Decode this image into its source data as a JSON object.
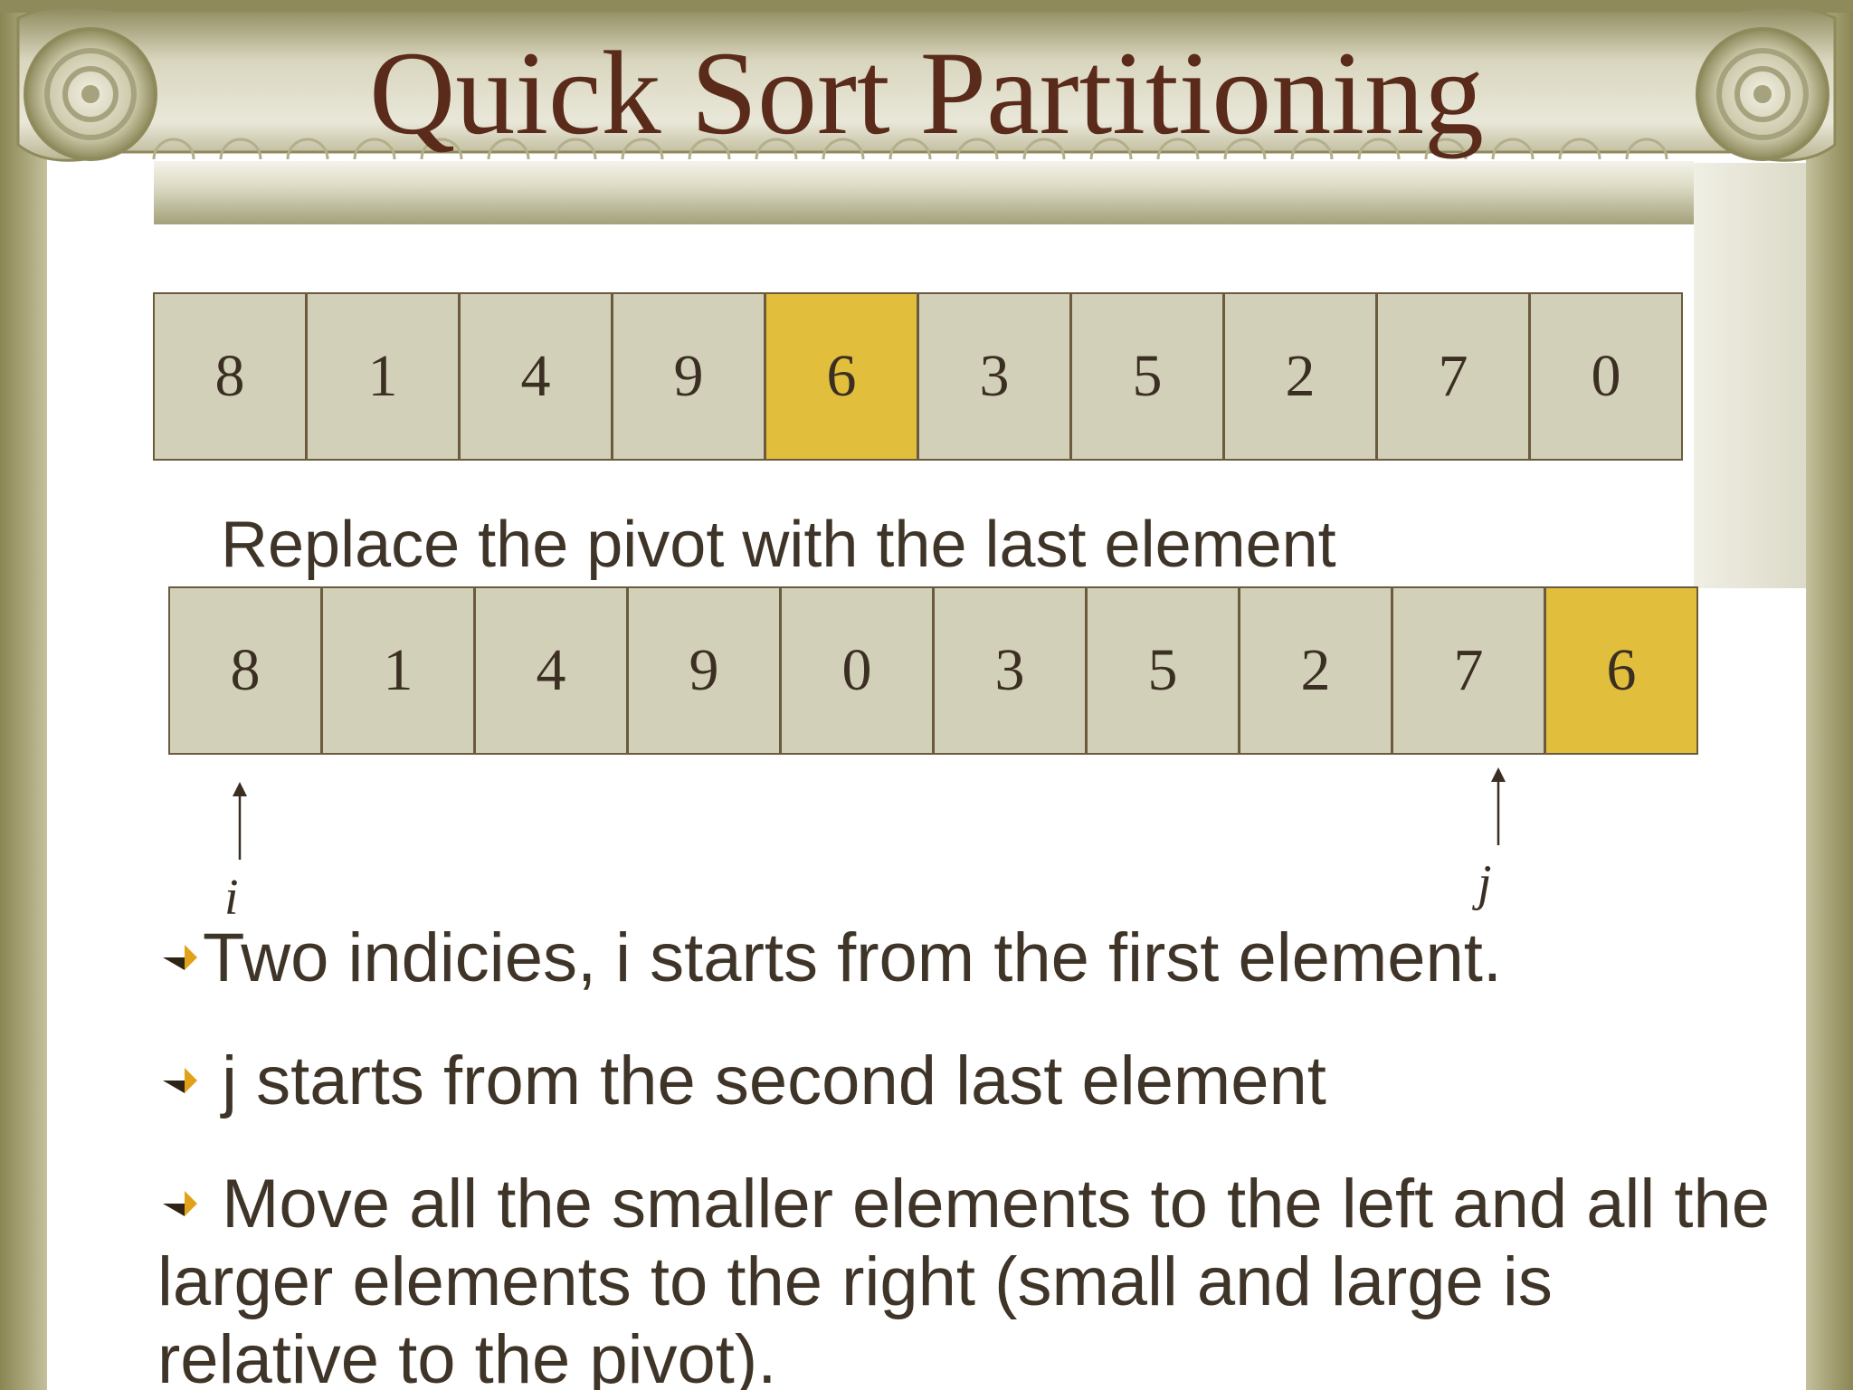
{
  "slide": {
    "title": "Quick Sort Partitioning",
    "array_before": {
      "values": [
        "8",
        "1",
        "4",
        "9",
        "6",
        "3",
        "5",
        "2",
        "7",
        "0"
      ],
      "highlighted_index": 4
    },
    "caption": "Replace the pivot with the last element",
    "array_after": {
      "values": [
        "8",
        "1",
        "4",
        "9",
        "0",
        "3",
        "5",
        "2",
        "7",
        "6"
      ],
      "highlighted_index": 9
    },
    "pointers": {
      "i": {
        "label": "i",
        "index": 0
      },
      "j": {
        "label": "j",
        "index": 8
      }
    },
    "bullets": [
      "Two indicies, i starts from the first element.",
      " j starts from the second last element",
      " Move all the smaller elements to the left and all the larger elements to the right (small and large is relative to the pivot)."
    ],
    "colors": {
      "pivot": "#e1bf3c",
      "cell": "#d3d0b9",
      "title": "#5a2a1a",
      "text": "#3f3428",
      "bullet": "#e1a21a"
    }
  }
}
